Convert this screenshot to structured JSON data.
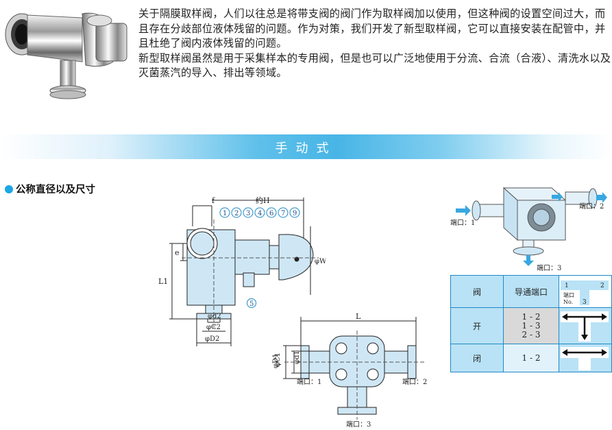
{
  "intro": {
    "p1": "关于隔膜取样阀，人们以往总是将带支阀的阀门作为取样阀加以使用，但这种阀的设置空间过大，而且存在分歧部位液体残留的问题。作为对策，我们开发了新型取样阀，它可以直接安装在配管中，并且杜绝了阀内液体残留的问题。",
    "p2": "新型取样阀虽然是用于采集样本的专用阀，但是也可以广泛地使用于分流、合流（合液）、清洗水以及灭菌蒸汽的导入、排出等领域。"
  },
  "banner": {
    "title": "手动式"
  },
  "section": {
    "title": "公称直径以及尺寸"
  },
  "side_drawing": {
    "f": "f",
    "H": "约H",
    "parts": [
      "1",
      "2",
      "3",
      "4",
      "6",
      "7",
      "9"
    ],
    "part5": "5",
    "e": "e",
    "L1": "L1",
    "W": "φW",
    "d2": "φd2",
    "C2": "φC2",
    "D2": "φD2"
  },
  "top_drawing": {
    "L": "L",
    "D1": "φD1",
    "C1": "φC1",
    "d1": "φd1",
    "port1": "端口：1",
    "port2": "端口：2",
    "port3": "端口：3"
  },
  "iso": {
    "port1": "端口：1",
    "port2": "端口：2",
    "port3": "端口：3"
  },
  "table": {
    "h_valve": "阀",
    "h_ports": "导通端口",
    "legend_1": "1",
    "legend_2": "2",
    "legend_port": "端口",
    "legend_no": "No.",
    "legend_3": "3",
    "row_open": "开",
    "open_ports": [
      "1 - 2",
      "1 - 3",
      "2 - 3"
    ],
    "row_closed": "闭",
    "closed_ports": "1 - 2"
  },
  "colors": {
    "accent": "#1aa7e3",
    "table_border": "#1d88c6",
    "table_header": "#b9e2f6",
    "drawing_fill": "#cfe7f5"
  }
}
